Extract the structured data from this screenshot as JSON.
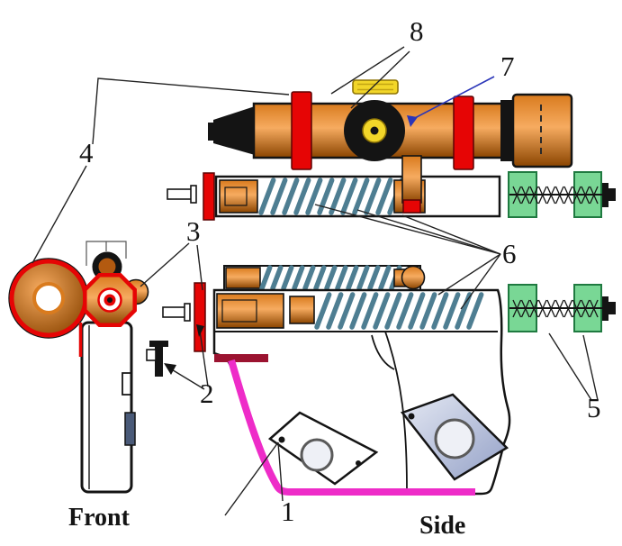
{
  "diagram": {
    "callouts": {
      "c1": "1",
      "c2": "2",
      "c3": "3",
      "c4": "4",
      "c5": "5",
      "c6": "6",
      "c7": "7",
      "c8": "8"
    },
    "views": {
      "front": "Front",
      "side": "Side"
    },
    "colors": {
      "red": "#e60505",
      "maroon": "#9b1330",
      "orangeLight": "#f6ab60",
      "orangeMid": "#d97b1e",
      "orangeDark": "#8a4400",
      "yellow": "#f2d629",
      "springTeal": "#4e7e92",
      "green": "#79d795",
      "greenDark": "#1f7a40",
      "magenta": "#ee2cc8",
      "panelLight": "#e4e8f3",
      "panelDark": "#94a1c7",
      "steelBlue": "#4a5a78",
      "labelBlue": "#2a35b8",
      "ink": "#141414"
    }
  }
}
